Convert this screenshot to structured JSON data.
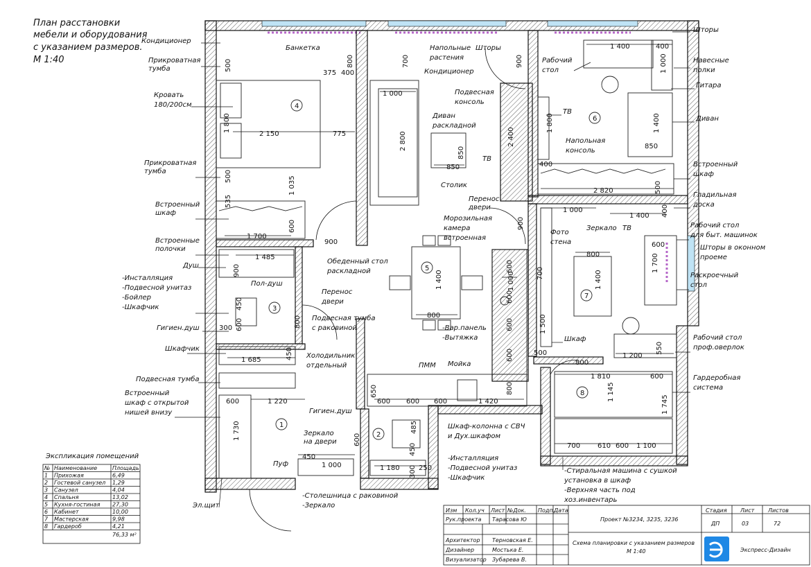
{
  "title_lines": [
    "План расстановки",
    "мебели и оборудования",
    "с указанием размеров.",
    "М 1:40"
  ],
  "colors": {
    "line": "#111111",
    "window": "#bfe3f5",
    "curtain": "#b565c8",
    "logo": "#1e88e5"
  },
  "labels": {
    "konditsioner_l": "Кондиционер",
    "tumba1": "Прикроватная",
    "tumba1b": "тумба",
    "krovat": "Кровать",
    "krovat2": "180/200см",
    "tumba2": "Прикроватная",
    "tumba2b": "тумба",
    "shkaf_v": "Встроенный",
    "shkaf_v2": "шкаф",
    "polochki": "Встроенные",
    "polochki2": "полочки",
    "dush": "Душ",
    "inst1": "-Инсталляция",
    "inst2": "-Подвесной унитаз",
    "inst3": "-Бойлер",
    "inst4": "-Шкафчик",
    "gigien": "Гигиен.душ",
    "shkafchik": "Шкафчик",
    "podv_tumba": "Подвесная тумба",
    "shkaf_otkr1": "Встроенный",
    "shkaf_otkr2": "шкаф с открытой",
    "shkaf_otkr3": "нишей внизу",
    "el_shchit": "Эл.щит",
    "puf": "Пуф",
    "zerkalo_dv1": "Зеркало",
    "zerkalo_dv2": "на двери",
    "gigien2": "Гигиен.душ",
    "stoleshnitsa": "-Столешница с раковиной",
    "zerkalo2": "-Зеркало",
    "banketka": "Банкетка",
    "rasteniya1": "Напольные",
    "rasteniya2": "растения",
    "konditsioner_c": "Кондиционер",
    "konsol1": "Подвесная",
    "konsol2": "консоль",
    "divan_r1": "Диван",
    "divan_r2": "раскладной",
    "stolik": "Столик",
    "pol_dush": "Пол-душ",
    "perenos1": "Перенос",
    "perenos2": "двери",
    "podv_tumba_r1": "Подвесная тумба",
    "podv_tumba_r2": "с раковиной",
    "holod1": "Холодильник",
    "holod2": "отдельный",
    "obed1": "Обеденный стол",
    "obed2": "раскладной",
    "moroz1": "Морозильная",
    "moroz2": "камера",
    "moroz3": "встроенная",
    "perenos_d1": "Перенос",
    "perenos_d2": "двери",
    "var1": "-Вар.панель",
    "var2": "-Вытяжка",
    "pmm": "ПММ",
    "moyka": "Мойка",
    "svch1": "Шкаф-колонна с СВЧ",
    "svch2": "и Дух.шкафом",
    "inst_b1": "-Инсталляция",
    "inst_b2": "-Подвесной унитаз",
    "inst_b3": "-Шкафчик",
    "shtory_c": "Шторы",
    "rab_stol1": "Рабочий",
    "rab_stol2": "стол",
    "tv1": "ТВ",
    "tv2": "ТВ",
    "tv3": "ТВ",
    "nap_konsol1": "Напольная",
    "nap_konsol2": "консоль",
    "foto1": "Фото",
    "foto2": "стена",
    "zerkalo_r": "Зеркало",
    "shkaf_r": "Шкаф",
    "shtory_r": "Шторы",
    "navesnye1": "Навесные",
    "navesnye2": "полки",
    "gitara": "Гитара",
    "divan_r": "Диван",
    "vstr_shkaf1": "Встроенный",
    "vstr_shkaf2": "шкаф",
    "glad1": "Гладильная",
    "glad2": "доска",
    "rab_byt1": "Рабочий стол",
    "rab_byt2": "для быт. машинок",
    "shtory_okno1": "Шторы в оконном",
    "shtory_okno2": "проеме",
    "raskroy1": "Раскроечный",
    "raskroy2": "стол",
    "rab_prof1": "Рабочий стол",
    "rab_prof2": "проф.оверлок",
    "garderob1": "Гардеробная",
    "garderob2": "система",
    "stiral1": "-Стиральная машина с сушкой",
    "stiral2": "установка в шкаф",
    "stiral3": "-Верхняя часть под",
    "stiral4": "хоз.инвентарь"
  },
  "dims": {
    "d500a": "500",
    "d1800": "1 800",
    "d2150": "2 150",
    "d775": "775",
    "d500b": "500",
    "d1035": "1 035",
    "d535": "535",
    "d600a": "600",
    "d1700": "1 700",
    "d900a": "900",
    "d375": "375",
    "d400a": "400",
    "d800a": "800",
    "d1485": "1 485",
    "d900b": "900",
    "d450a": "450",
    "d600b": "600",
    "d300a": "300",
    "d800b": "800",
    "d1685": "1 685",
    "d450b": "450",
    "d1220": "1 220",
    "d600c": "600",
    "d1730": "1 730",
    "d450c": "450",
    "d1000a": "1 000",
    "d1180": "1 180",
    "d300b": "300",
    "d250": "250",
    "d600d": "600",
    "d485": "485",
    "d450d": "450",
    "d700a": "700",
    "d1000b": "1 000",
    "d2800": "2 800",
    "d850a": "850",
    "d850b": "850",
    "d1400a": "1 400",
    "d800c": "800",
    "d650": "650",
    "d600e": "600",
    "d600f": "600",
    "d600g": "600",
    "d1420": "1 420",
    "d600h": "600",
    "d600i": "600",
    "d600j": "600",
    "d600k": "600",
    "d800d": "800",
    "d1000c": "1 000",
    "d900c": "900",
    "d2400": "2 400",
    "d1800b": "1 800",
    "d400b": "400",
    "d1400b": "1 400",
    "d400c": "400",
    "d1000d": "1 000",
    "d1400c": "1 400",
    "d850c": "850",
    "d2820": "2 820",
    "d500c": "500",
    "d1000e": "1 000",
    "d1400d": "1 400",
    "d400d": "400",
    "d900d": "900",
    "d700b": "700",
    "d1500": "1 500",
    "d500d": "500",
    "d800e": "800",
    "d1400e": "1 400",
    "d1700b": "1 700",
    "d600l": "600",
    "d1200": "1 200",
    "d550": "550",
    "d800f": "800",
    "d1810": "1 810",
    "d600m": "600",
    "d1145": "1 145",
    "d1745": "1 745",
    "d700c": "700",
    "d610": "610",
    "d600n": "600",
    "d1100": "1 100"
  },
  "rooms": [
    "1",
    "2",
    "3",
    "4",
    "5",
    "6",
    "7",
    "8"
  ],
  "explication": {
    "title": "Экспликация помещений",
    "headers": [
      "№",
      "Наименование",
      "Площадь"
    ],
    "rows": [
      [
        "1",
        "Прихожая",
        "6,49"
      ],
      [
        "2",
        "Гостевой санузел",
        "1,29"
      ],
      [
        "3",
        "Санузел",
        "4,04"
      ],
      [
        "4",
        "Спальня",
        "13,02"
      ],
      [
        "5",
        "Кухня-гостиная",
        "27,30"
      ],
      [
        "6",
        "Кабинет",
        "10,00"
      ],
      [
        "7",
        "Мастерская",
        "9,98"
      ],
      [
        "8",
        "Гардероб",
        "4,21"
      ]
    ],
    "total": "76,33 м²"
  },
  "stamp": {
    "h1": "Изм",
    "h2": "Кол.уч",
    "h3": "Лист",
    "h4": "№Док.",
    "h5": "Подп.",
    "h6": "Дата",
    "ruk_role": "Рук.проекта",
    "ruk_name": "Тарасова Ю",
    "arch_role": "Архитектор",
    "arch_name": "Терновская Е.",
    "diz_role": "Дизайнер",
    "diz_name": "Мостька Е.",
    "viz_role": "Визуализатор",
    "viz_name": "Зубарева В.",
    "project": "Проект №3234, 3235, 3236",
    "scheme1": "Схема планировки с указанием размеров",
    "scheme2": "М 1:40",
    "stage_h": "Стадия",
    "sheet_h": "Лист",
    "sheets_h": "Листов",
    "stage": "ДП",
    "sheet": "03",
    "sheets": "72",
    "company": "Экспресс-Дизайн"
  }
}
